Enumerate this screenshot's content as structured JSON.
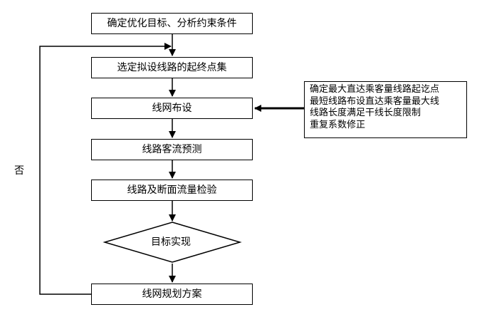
{
  "steps": {
    "define_objectives": "确定优化目标、分析约束条件",
    "select_endpoints": "选定拟设线路的起终点集",
    "route_layout": "线网布设",
    "passenger_forecast": "线路客流预测",
    "flow_check": "线路及断面流量检验",
    "decision": "目标实现",
    "network_plan": "线网规划方案"
  },
  "loop_label": "否",
  "side_notes": [
    "确定最大直达乘客量线路起讫点",
    "最短线路布设直达乘客量最大线",
    "线路长度满足干线长度限制",
    "重复系数修正"
  ]
}
